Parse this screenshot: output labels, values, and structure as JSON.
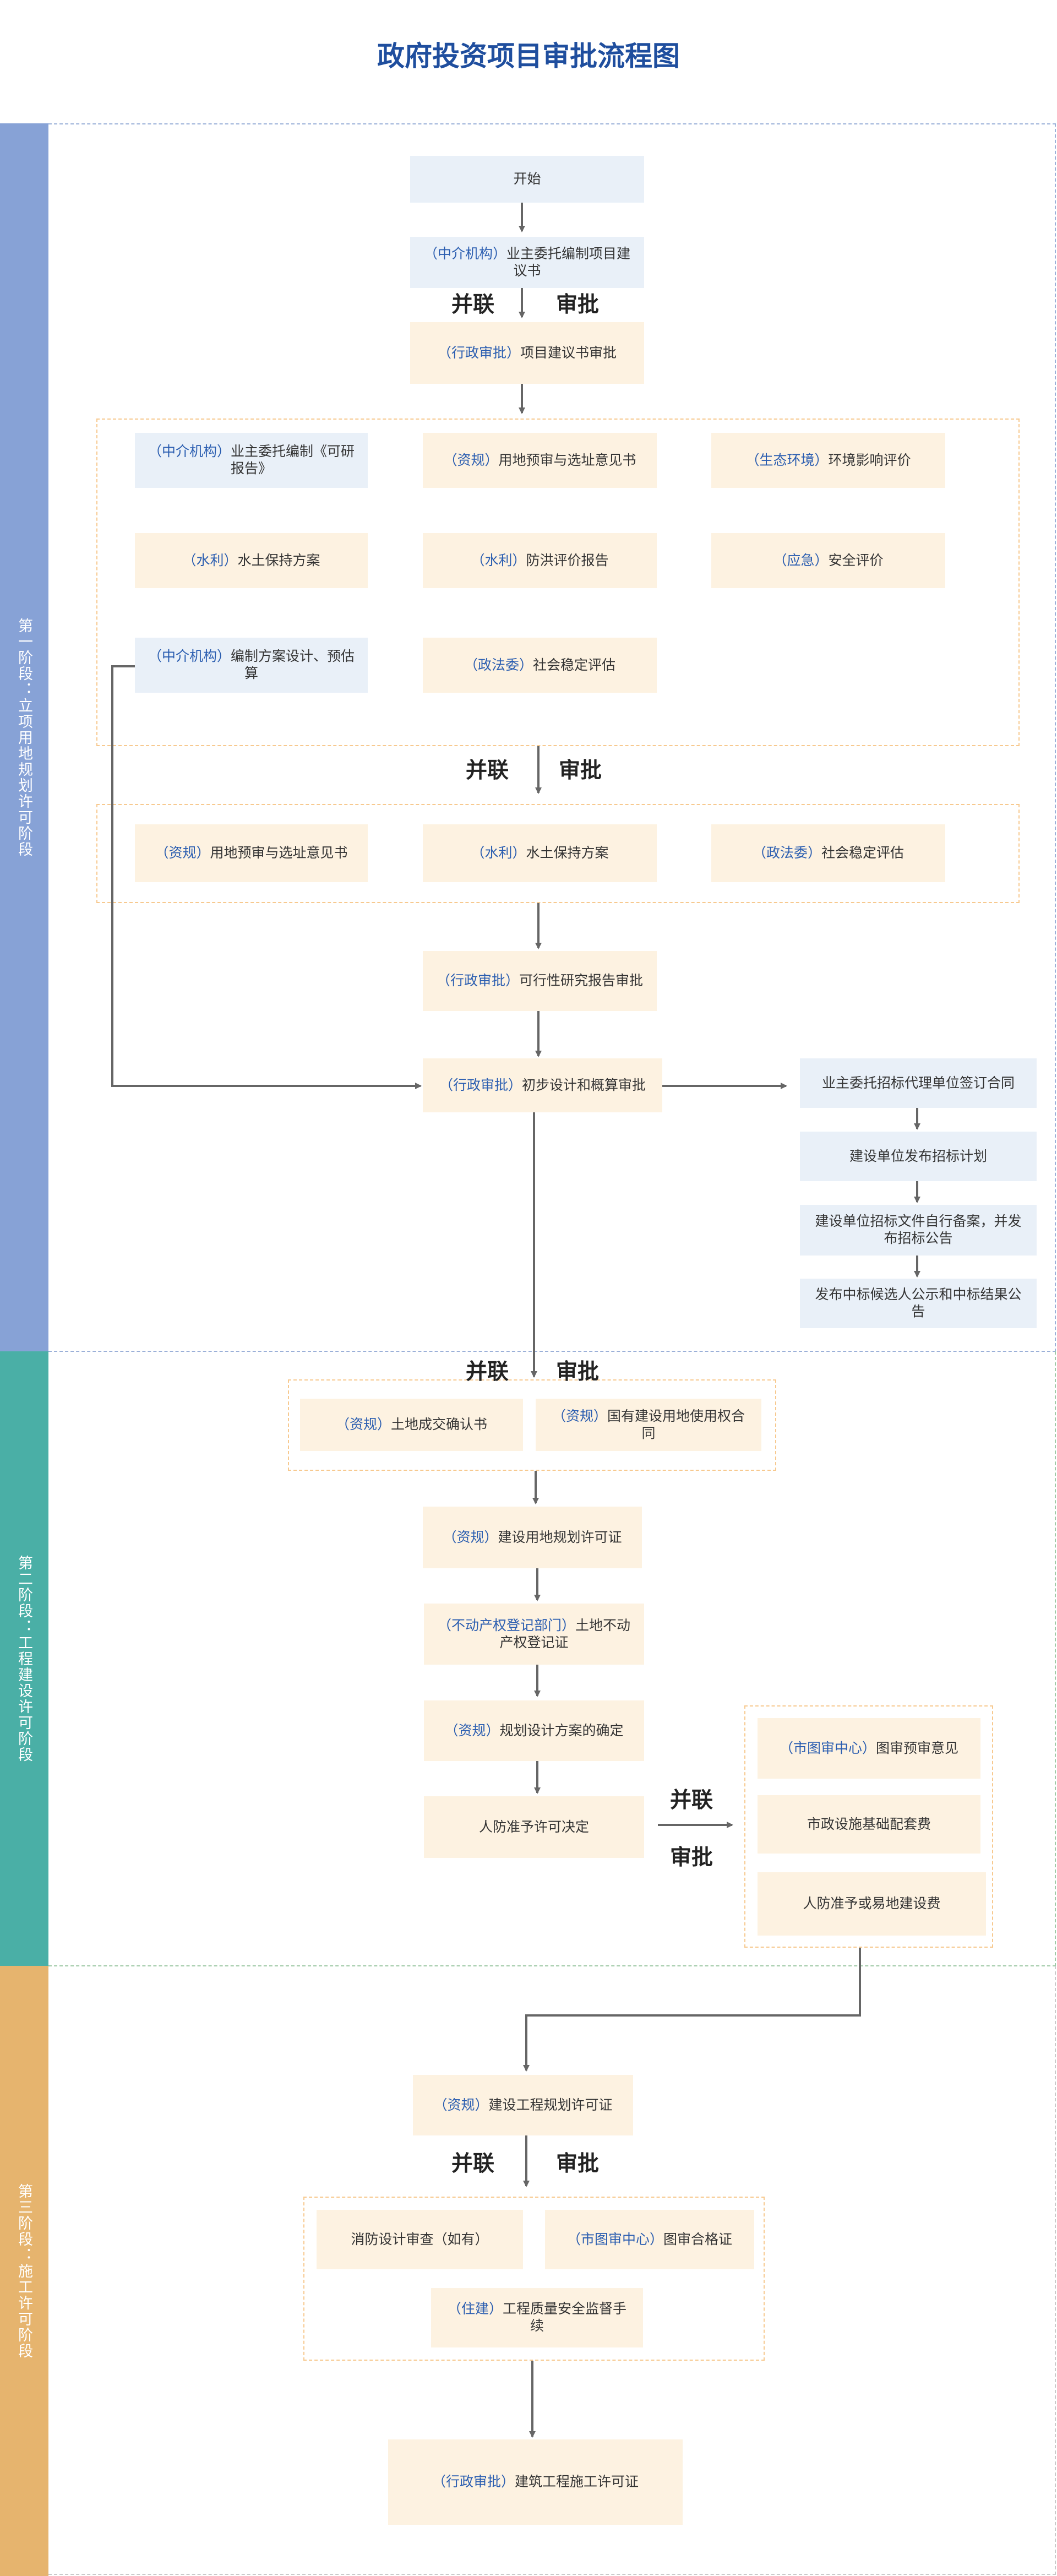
{
  "title": "政府投资项目审批流程图",
  "stages": [
    {
      "label": "第一阶段：立项用地规划许可阶段",
      "color": "#87a2d6"
    },
    {
      "label": "第二阶段：工程建设许可阶段",
      "color": "#4aafa6"
    },
    {
      "label": "第三阶段：施工许可阶段",
      "color": "#e6b46e"
    }
  ],
  "parallel": {
    "left": "并联",
    "right": "审批"
  },
  "nodes": {
    "start": {
      "org": "",
      "text": "开始"
    },
    "proposal_prep": {
      "org": "（中介机构）",
      "text": "业主委托编制项目建议书"
    },
    "proposal_review": {
      "org": "（行政审批）",
      "text": "项目建议书审批"
    },
    "feasibility_prep": {
      "org": "（中介机构）",
      "text": "业主委托编制《可研报告》"
    },
    "land_pre_1": {
      "org": "（资规）",
      "text": "用地预审与选址意见书"
    },
    "env_assess": {
      "org": "（生态环境）",
      "text": "环境影响评价"
    },
    "soil_plan_1": {
      "org": "（水利）",
      "text": "水土保持方案"
    },
    "flood_eval": {
      "org": "（水利）",
      "text": "防洪评价报告"
    },
    "safety_eval": {
      "org": "（应急）",
      "text": "安全评价"
    },
    "design_prep": {
      "org": "（中介机构）",
      "text": "编制方案设计、预估算"
    },
    "stability_1": {
      "org": "（政法委）",
      "text": "社会稳定评估"
    },
    "land_pre_2": {
      "org": "（资规）",
      "text": "用地预审与选址意见书"
    },
    "soil_plan_2": {
      "org": "（水利）",
      "text": "水土保持方案"
    },
    "stability_2": {
      "org": "（政法委）",
      "text": "社会稳定评估"
    },
    "feasibility_review": {
      "org": "（行政审批）",
      "text": "可行性研究报告审批"
    },
    "prelim_design": {
      "org": "（行政审批）",
      "text": "初步设计和概算审批"
    },
    "bid_agent": {
      "org": "",
      "text": "业主委托招标代理单位签订合同"
    },
    "bid_plan": {
      "org": "",
      "text": "建设单位发布招标计划"
    },
    "bid_docs": {
      "org": "",
      "text": "建设单位招标文件自行备案，并发布招标公告"
    },
    "bid_result": {
      "org": "",
      "text": "发布中标候选人公示和中标结果公告"
    },
    "land_deal": {
      "org": "（资规）",
      "text": "土地成交确认书"
    },
    "land_contract": {
      "org": "（资规）",
      "text": "国有建设用地使用权合同"
    },
    "land_planning": {
      "org": "（资规）",
      "text": "建设用地规划许可证"
    },
    "property_reg": {
      "org": "（不动产权登记部门）",
      "text": "土地不动产权登记证"
    },
    "plan_design": {
      "org": "（资规）",
      "text": "规划设计方案的确定"
    },
    "civil_defense": {
      "org": "",
      "text": "人防准予许可决定"
    },
    "drawing_pre": {
      "org": "（市图审中心）",
      "text": "图审预审意见"
    },
    "municipal_fee": {
      "org": "",
      "text": "市政设施基础配套费"
    },
    "civil_fee": {
      "org": "",
      "text": "人防准予或易地建设费"
    },
    "eng_planning": {
      "org": "（资规）",
      "text": "建设工程规划许可证"
    },
    "fire_review": {
      "org": "",
      "text": "消防设计审查（如有）"
    },
    "drawing_cert": {
      "org": "（市图审中心）",
      "text": "图审合格证"
    },
    "quality_safety": {
      "org": "（住建）",
      "text": "工程质量安全监督手续"
    },
    "construction_permit": {
      "org": "（行政审批）",
      "text": "建筑工程施工许可证"
    }
  }
}
